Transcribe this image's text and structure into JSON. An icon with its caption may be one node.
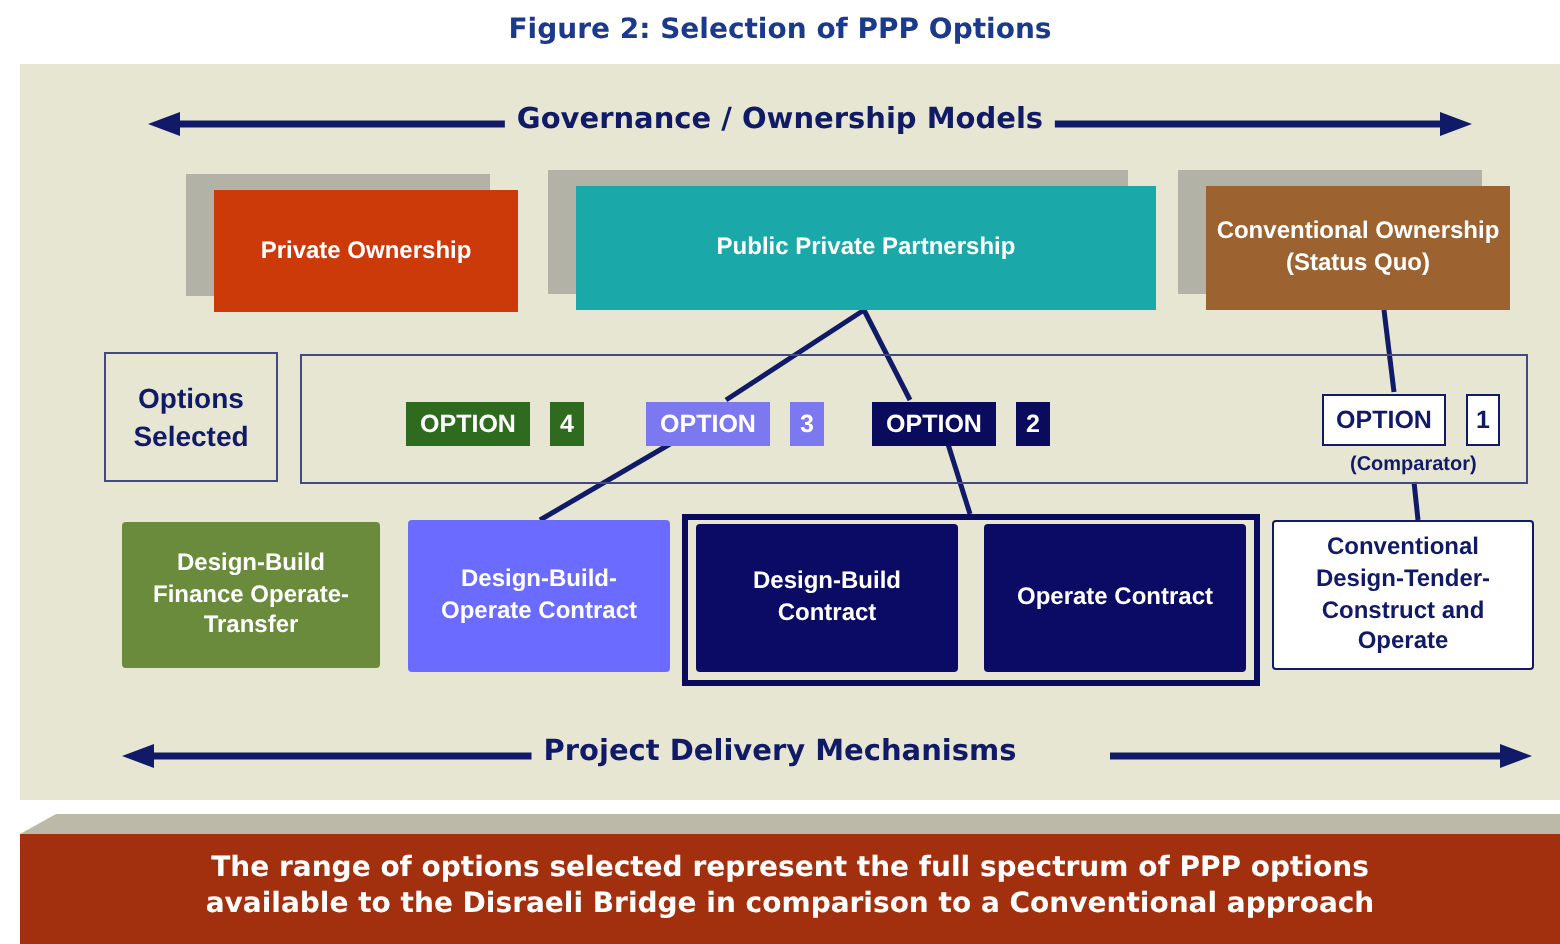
{
  "diagram": {
    "title": "Figure 2: Selection of PPP Options",
    "nodes": [
      {
        "text": [
          "Private Ownership"
        ]
      },
      {
        "text": [
          "Public Private Partnership"
        ]
      },
      {
        "text": [
          "Conventional Ownership (Status Quo)"
        ]
      },
      {
        "text": [
          "Options Selected"
        ]
      },
      {
        "text": [],
        "shape": "box"
      },
      {
        "text": [
          "OPTION",
          "4"
        ],
        "in": 4
      },
      {
        "text": [
          "OPTION",
          "3"
        ],
        "in": 4
      },
      {
        "text": [
          "OPTION",
          "2"
        ],
        "in": 4
      },
      {
        "text": [
          "OPTION",
          "1"
        ],
        "in": 4,
        "beside": [
          "(Comparator)"
        ]
      },
      {
        "text": [
          "Design-Build Finance Operate-Transfer"
        ]
      },
      {
        "text": [
          "Design-Build-Operate Contract"
        ]
      },
      {
        "text": [],
        "shape": "box"
      },
      {
        "text": [
          "Design-Build Contract"
        ],
        "in": 11
      },
      {
        "text": [
          "Operate Contract"
        ],
        "in": 11
      },
      {
        "text": [
          "Conventional Design-Tender-Construct and Operate"
        ]
      }
    ],
    "edges": [
      {
        "from": 1,
        "to": 6,
        "arrow": "none"
      },
      {
        "from": 6,
        "to": 10,
        "arrow": "none"
      },
      {
        "from": 1,
        "to": 7,
        "arrow": "none"
      },
      {
        "from": 7,
        "to": 11,
        "arrow": "none"
      },
      {
        "from": 2,
        "to": 8,
        "arrow": "none"
      },
      {
        "from": 8,
        "to": 14,
        "arrow": "none"
      }
    ],
    "labels": [
      "Governance / Ownership Models",
      "Project Delivery Mechanisms",
      "The range of options selected represent the full spectrum of PPP options available to the Disraeli Bridge in comparison to a Conventional approach"
    ]
  }
}
